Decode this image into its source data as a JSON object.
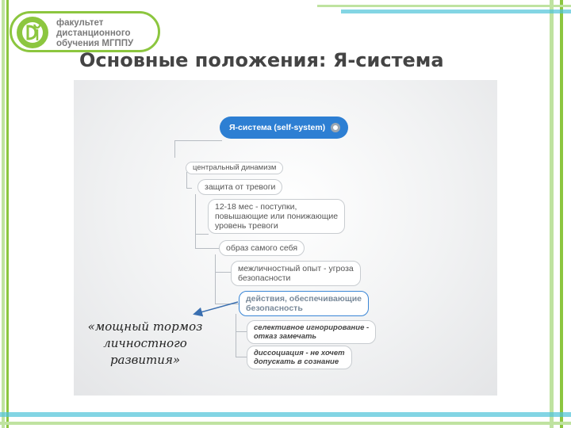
{
  "logo": {
    "lines": [
      "факультет",
      "дистанционного",
      "обучения МГППУ"
    ],
    "icon": "faculty-logo-icon",
    "color": "#8cc63f"
  },
  "title": "Основные положения: Я-система",
  "diagram": {
    "root": "Я-система (self-system)",
    "nodes": {
      "central": "центральный динамизм",
      "anxiety": "защита от тревоги",
      "age_line1": "12-18 мес - поступки,",
      "age_line2": "повышающие или понижающие",
      "age_line3": "уровень тревоги",
      "selfimage": "образ самого себя",
      "interpersonal_line1": "межличностный опыт - угроза",
      "interpersonal_line2": "безопасности",
      "actions_line1": "действия, обеспечивающие",
      "actions_line2": "безопасность",
      "selective_line1": "селективное игнорирование -",
      "selective_line2": "отказ замечать",
      "dissociation_line1": "диссоциация - не хочет",
      "dissociation_line2": "допускать в сознание"
    },
    "accent_color": "#2d7fd3"
  },
  "quote": {
    "line1": "«мощный тормоз",
    "line2": "личностного",
    "line3": "развития»"
  }
}
